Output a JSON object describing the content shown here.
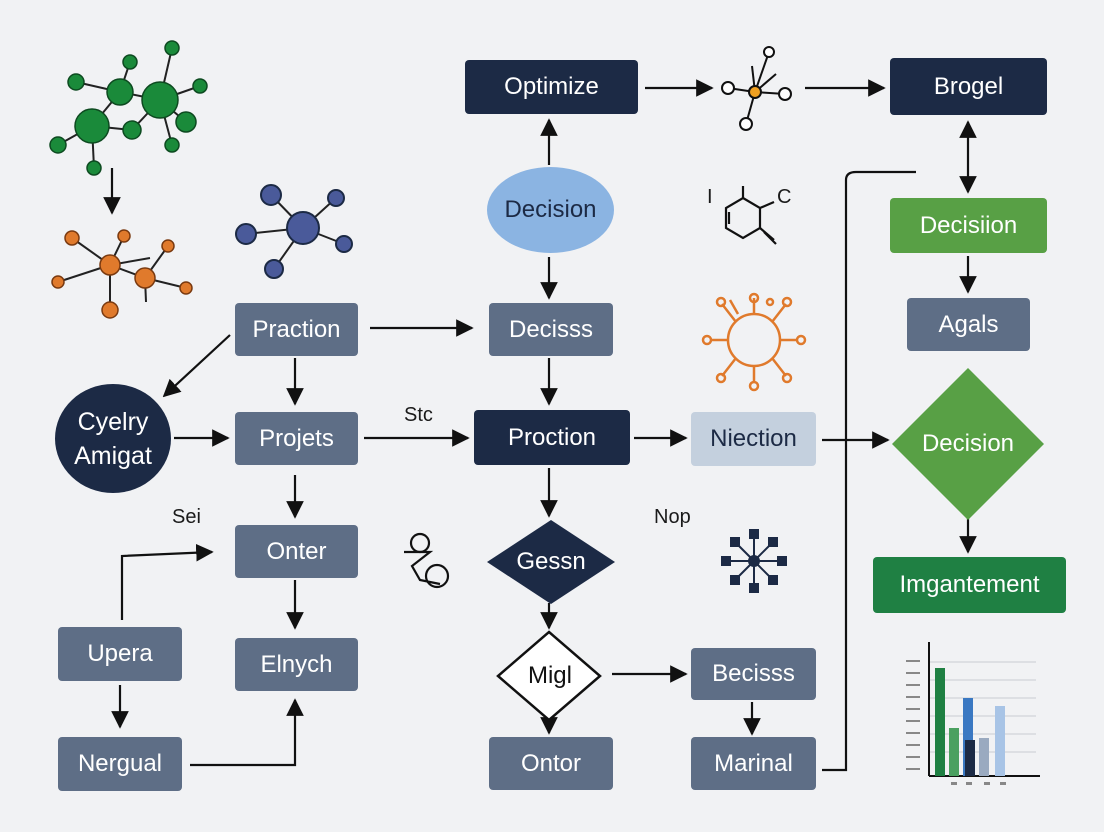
{
  "nodes": {
    "optimize": "Optimize",
    "brogel": "Brogel",
    "decision_top": "Decision",
    "decision_green": "Decisiion",
    "agals": "Agals",
    "praction": "Praction",
    "decisss": "Decisss",
    "cyelry": "Cyelry Amigat",
    "projets": "Projets",
    "proction": "Proction",
    "niection": "Niection",
    "decision_diamond": "Decision",
    "onter": "Onter",
    "gessn": "Gessn",
    "imgantement": "Imgantement",
    "upera": "Upera",
    "elnych": "Elnych",
    "migl": "Migl",
    "becisss": "Becisss",
    "nergual": "Nergual",
    "ontor": "Ontor",
    "marinal": "Marinal"
  },
  "labels": {
    "stc": "Stc",
    "sei": "Sei",
    "nop": "Nop",
    "chem_i": "I",
    "chem_c": "C"
  },
  "colors": {
    "navy": "#1c2a45",
    "slate": "#5e6e86",
    "pale": "#c4d0de",
    "green": "#58a045",
    "dark_green": "#1f8043",
    "light_blue": "#8bb4e2",
    "orange": "#e07a2c"
  },
  "icons": [
    "molecule-green-icon",
    "molecule-orange-icon",
    "molecule-blue-icon",
    "node-graph-icon",
    "benzene-icon",
    "orange-ring-icon",
    "person-icon",
    "network-star-icon",
    "bar-chart-icon"
  ]
}
